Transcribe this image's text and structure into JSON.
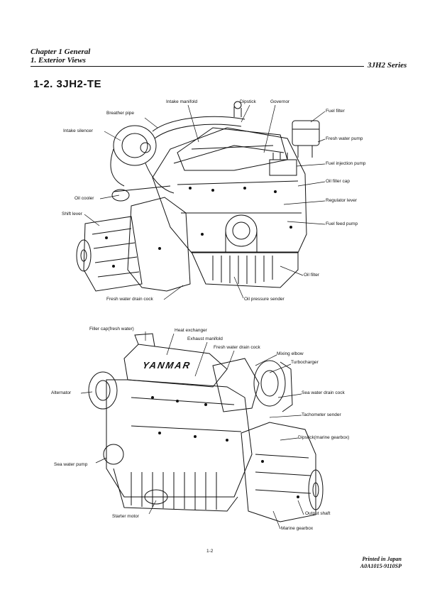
{
  "header": {
    "chapter": "Chapter 1 General",
    "section": "1. Exterior Views",
    "series": "3JH2 Series"
  },
  "title": "1-2. 3JH2-TE",
  "top_labels": {
    "intake_manifold": "Intake manifold",
    "dipstick": "Dipstick",
    "governor": "Governor",
    "breather_pipe": "Breather pipe",
    "fuel_filter": "Fuel filter",
    "intake_silencer": "Intake silencer",
    "fresh_water_pump": "Fresh water pump",
    "fuel_injection_pump": "Fuel injection pump",
    "oil_filler_cap": "Oil filler cap",
    "oil_cooler": "Oil cooler",
    "regulator_lever": "Regulator lever",
    "shift_lever": "Shift lever",
    "fuel_feed_pump": "Fuel feed pump",
    "oil_filter": "Oil filter",
    "fresh_water_drain_cock": "Fresh water drain cock",
    "oil_pressure_sender": "Oil pressure sender"
  },
  "bottom_labels": {
    "filler_cap": "Filler cap(fresh water)",
    "heat_exchanger": "Heat exchanger",
    "exhaust_manifold": "Exhaust manifold",
    "fresh_water_drain_cock": "Fresh water drain cock",
    "mixing_elbow": "Mixing elbow",
    "turbocharger": "Turbocharger",
    "alternator": "Alternator",
    "sea_water_drain_cock": "Sea water drain cock",
    "tachometer_sender": "Tachometer sender",
    "dipstick_gearbox": "Dipstick(marine gearbox)",
    "sea_water_pump": "Sea water pump",
    "output_shaft": "Output shaft",
    "starter_motor": "Starter motor",
    "marine_gearbox": "Marine gearbox"
  },
  "logo_text": "YANMAR",
  "page_number": "1-2",
  "footer": {
    "printed": "Printed in Japan",
    "code": "A0A1015-9110SP"
  }
}
